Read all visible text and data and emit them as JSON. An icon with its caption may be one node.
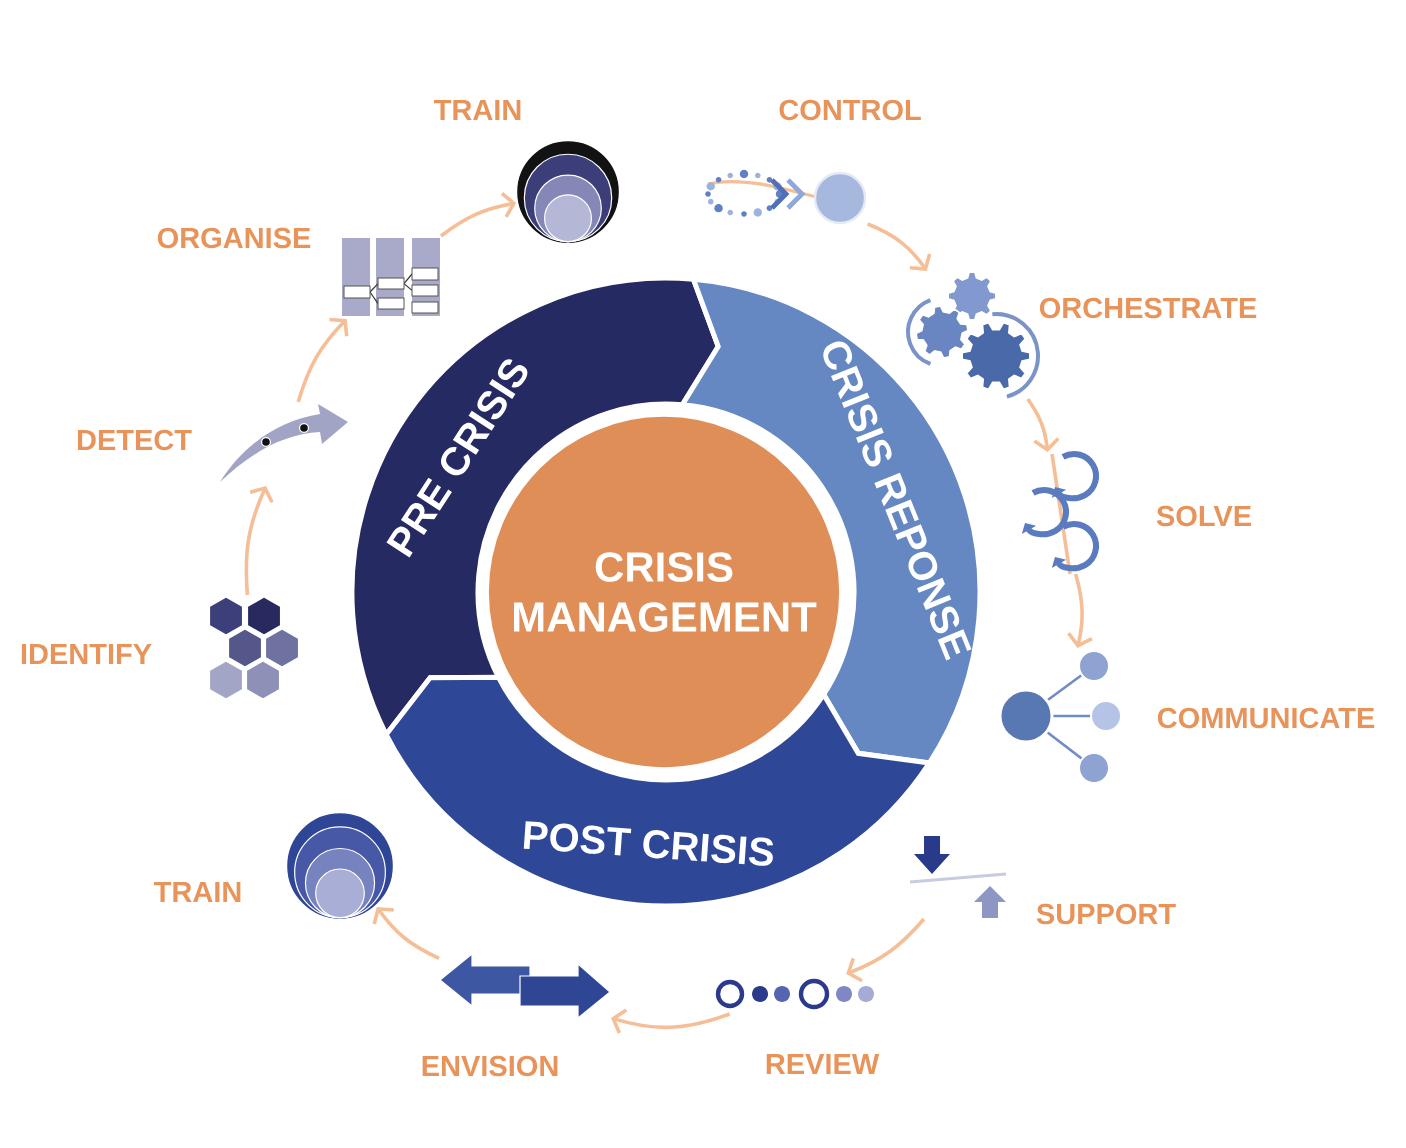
{
  "diagram": {
    "nodes": [
      {
        "text": [
          "PRE CRISIS"
        ]
      },
      {
        "text": [
          "CRISIS REPONSE"
        ]
      },
      {
        "text": [
          "POST CRISIS"
        ]
      },
      {
        "text": [
          "CRISIS MANAGEMENT"
        ]
      },
      {
        "text": [],
        "shape": "picture",
        "beside": [
          "IDENTIFY"
        ]
      },
      {
        "text": [],
        "shape": "picture",
        "beside": [
          "DETECT"
        ]
      },
      {
        "text": [],
        "shape": "picture",
        "beside": [
          "ORGANISE"
        ]
      },
      {
        "text": [],
        "shape": "picture",
        "beside": [
          "TRAIN"
        ]
      },
      {
        "text": [],
        "shape": "picture",
        "beside": [
          "CONTROL"
        ]
      },
      {
        "text": [],
        "shape": "picture",
        "beside": [
          "ORCHESTRATE"
        ]
      },
      {
        "text": [],
        "shape": "picture",
        "beside": [
          "SOLVE"
        ]
      },
      {
        "text": [],
        "shape": "picture",
        "beside": [
          "COMMUNICATE"
        ]
      },
      {
        "text": [],
        "shape": "picture",
        "beside": [
          "SUPPORT"
        ]
      },
      {
        "text": [],
        "shape": "picture",
        "beside": [
          "REVIEW"
        ]
      },
      {
        "text": [],
        "shape": "picture",
        "beside": [
          "ENVISION"
        ]
      },
      {
        "text": [],
        "shape": "picture",
        "beside": [
          "TRAIN"
        ]
      }
    ],
    "edges": [
      {
        "from": 4,
        "to": 5,
        "arrow": "to"
      },
      {
        "from": 5,
        "to": 6,
        "arrow": "to"
      },
      {
        "from": 6,
        "to": 7,
        "arrow": "to"
      },
      {
        "from": 8,
        "to": 9,
        "arrow": "to"
      },
      {
        "from": 9,
        "to": 10,
        "arrow": "to"
      },
      {
        "from": 10,
        "to": 11,
        "arrow": "to"
      },
      {
        "from": 12,
        "to": 13,
        "arrow": "to"
      },
      {
        "from": 13,
        "to": 14,
        "arrow": "to"
      },
      {
        "from": 14,
        "to": 15,
        "arrow": "to"
      }
    ]
  }
}
